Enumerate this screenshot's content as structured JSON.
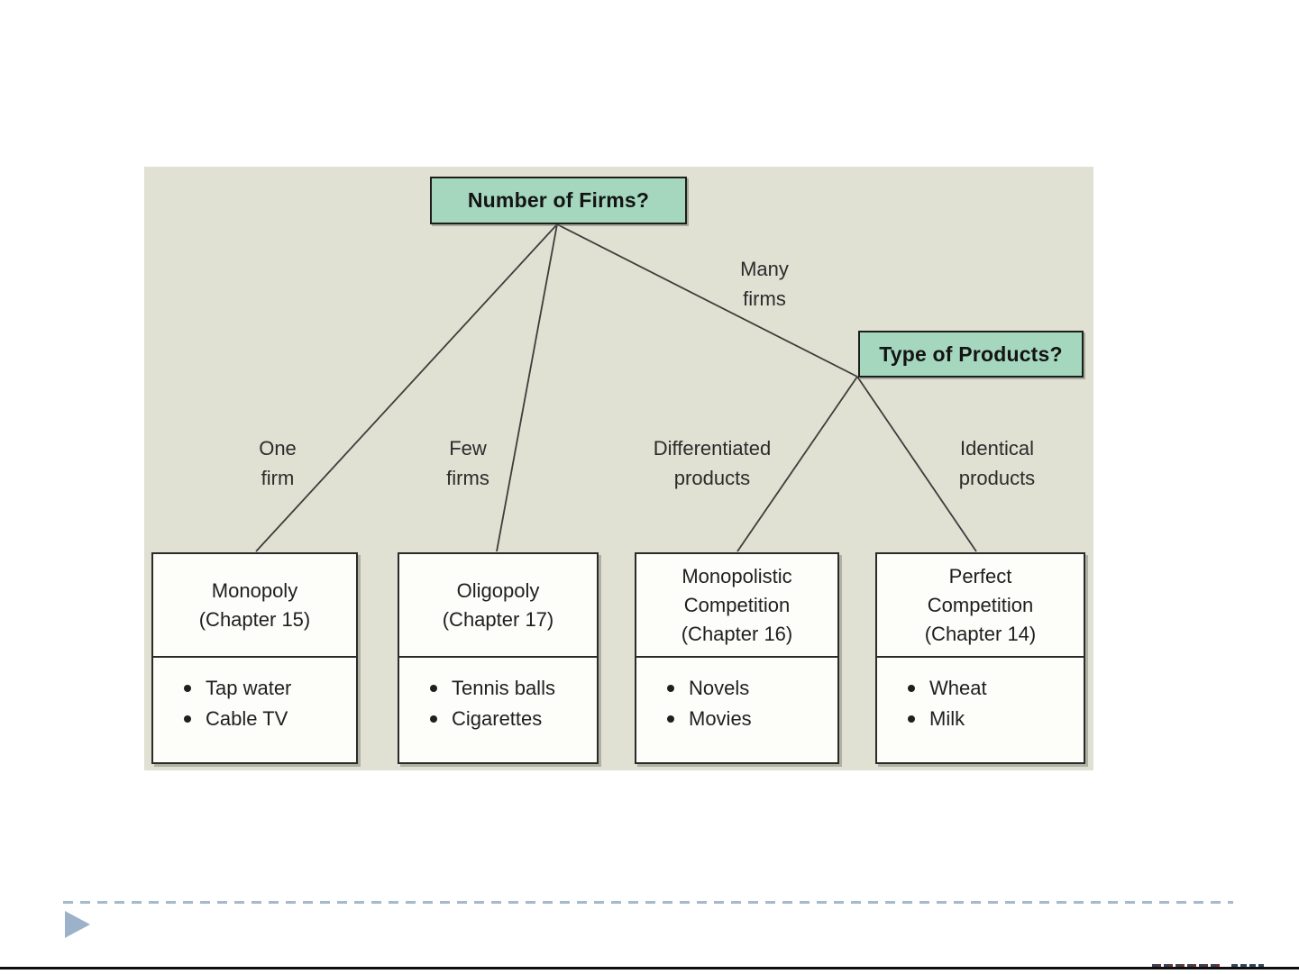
{
  "slide": {
    "background_color": "#ffffff"
  },
  "diagram": {
    "panel_color": "#e0e1d3",
    "node_fill_color": "#a5d7bf",
    "node_border_color": "#1d1d1b",
    "connector_color": "#3d3d3b",
    "root_label": "Number of Firms?",
    "secondary_label": "Type of Products?",
    "branches": {
      "one_firm": "One\nfirm",
      "few_firms": "Few\nfirms",
      "many_firms": "Many\nfirms",
      "differentiated": "Differentiated\nproducts",
      "identical": "Identical\nproducts"
    },
    "leaves": [
      {
        "title": "Monopoly\n(Chapter 15)",
        "bullets": [
          "Tap water",
          "Cable TV"
        ]
      },
      {
        "title": "Oligopoly\n(Chapter 17)",
        "bullets": [
          "Tennis balls",
          "Cigarettes"
        ]
      },
      {
        "title": "Monopolistic\nCompetition\n(Chapter 16)",
        "bullets": [
          "Novels",
          "Movies"
        ]
      },
      {
        "title": "Perfect\nCompetition\n(Chapter 14)",
        "bullets": [
          "Wheat",
          "Milk"
        ]
      }
    ]
  },
  "footer": {
    "dashed_divider_color": "#a7b9cd",
    "bullet_marker_color": "#9cb2ca",
    "bottom_rule_color": "#0e0e0e"
  }
}
